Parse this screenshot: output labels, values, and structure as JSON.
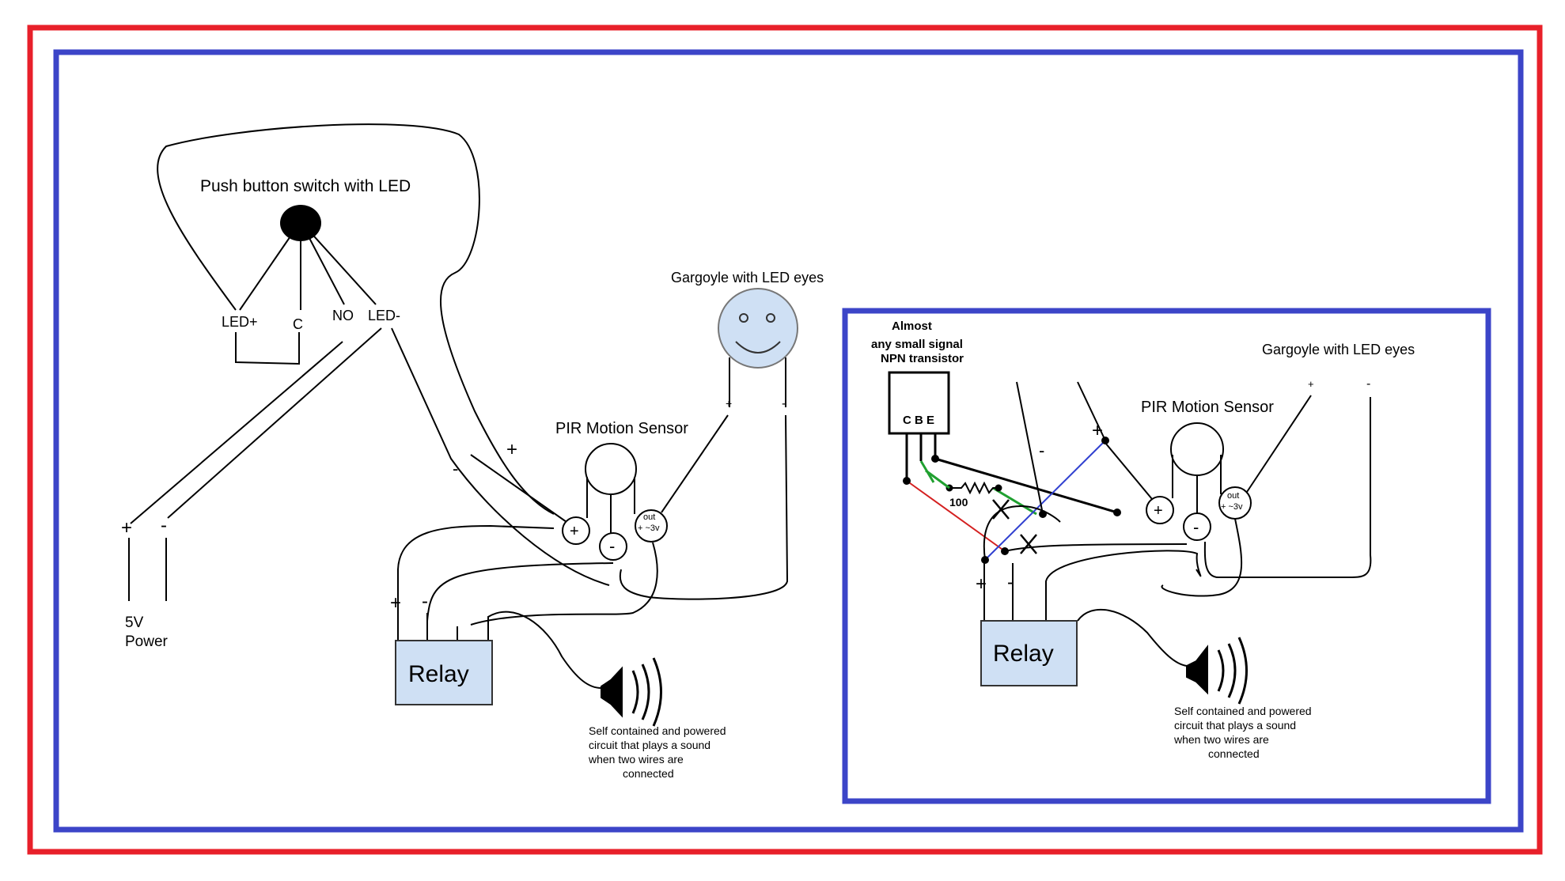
{
  "colors": {
    "outer_border": "#e8202a",
    "inner_border": "#3c45c8",
    "component_fill": "#cfe0f4",
    "wire": "#000000",
    "wire_red": "#d42020",
    "wire_green": "#20a030",
    "wire_blue": "#3040d0"
  },
  "left": {
    "switch_label": "Push button switch with LED",
    "pin_led_plus": "LED+",
    "pin_c": "C",
    "pin_no": "NO",
    "pin_led_minus": "LED-",
    "gargoyle_label": "Gargoyle with LED eyes",
    "gargoyle_plus": "+",
    "gargoyle_minus": "-",
    "pir_label": "PIR Motion Sensor",
    "pir_plus": "+",
    "pir_minus": "-",
    "pir_out_1": "out",
    "pir_out_2": "+ ~3v",
    "wire_minus": "-",
    "wire_plus": "+",
    "power_plus": "+",
    "power_minus": "-",
    "power_label_1": "5V",
    "power_label_2": "Power",
    "relay_label": "Relay",
    "relay_plus": "+",
    "relay_minus": "-",
    "sound_1": "Self contained and powered",
    "sound_2": "circuit that plays a sound",
    "sound_3": "when two wires are",
    "sound_4": "connected"
  },
  "right": {
    "transistor_1": "Almost",
    "transistor_2": "any small signal",
    "transistor_3": "NPN transistor",
    "transistor_pins": "C B E",
    "resistor_value": "100",
    "gargoyle_label": "Gargoyle with LED eyes",
    "gargoyle_plus": "+",
    "gargoyle_minus": "-",
    "pir_label": "PIR Motion Sensor",
    "pir_plus": "+",
    "pir_minus": "-",
    "pir_out_1": "out",
    "pir_out_2": "+ ~3v",
    "wire_minus": "-",
    "wire_plus": "+",
    "relay_label": "Relay",
    "relay_plus": "+",
    "relay_minus": "-",
    "sound_1": "Self contained and powered",
    "sound_2": "circuit that plays a sound",
    "sound_3": "when two wires are",
    "sound_4": "connected"
  }
}
